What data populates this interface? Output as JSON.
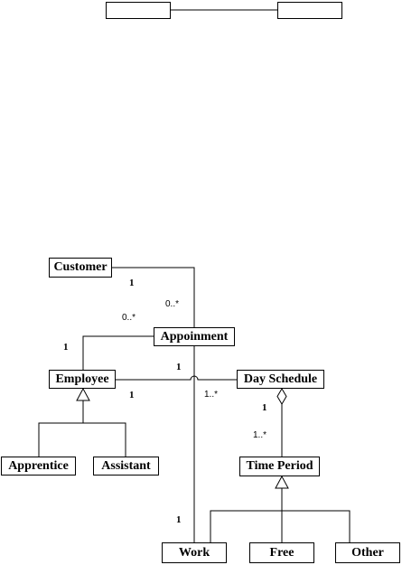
{
  "classes": {
    "top_left": "",
    "top_right": "",
    "customer": "Customer",
    "appointment": "Appoinment",
    "employee": "Employee",
    "day_schedule": "Day Schedule",
    "apprentice": "Apprentice",
    "assistant": "Assistant",
    "time_period": "Time Period",
    "work": "Work",
    "free": "Free",
    "other": "Other"
  },
  "multiplicities": {
    "customer_side": "1",
    "appointment_customer_side": "0..*",
    "appointment_employee_side": "0..*",
    "employee_appointment_side": "1",
    "employee_dayschedule_side": "1",
    "dayschedule_employee_side_top": "1",
    "dayschedule_employee_side": "1..*",
    "dayschedule_aggregation_side": "1",
    "timeperiod_aggregation_side": "1..*",
    "work_appointment_side": "1"
  }
}
